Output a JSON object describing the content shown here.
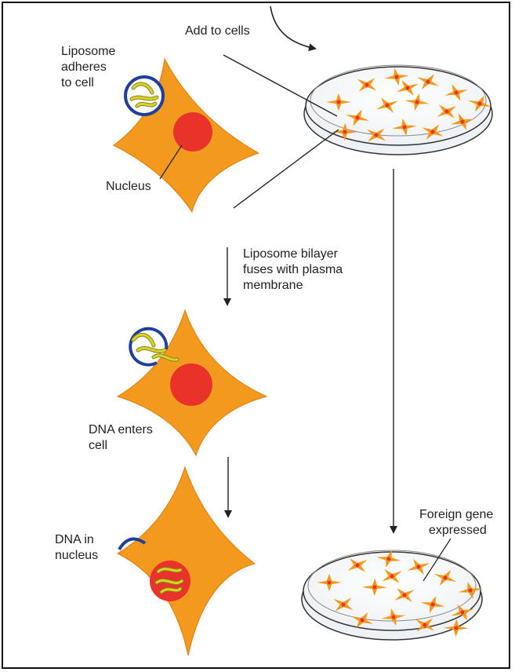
{
  "labels": {
    "add_to_cells": "Add to cells",
    "liposome_adheres": [
      "Liposome",
      "adheres",
      "to cell"
    ],
    "nucleus": "Nucleus",
    "bilayer_fuses": [
      "Liposome bilayer",
      "fuses with plasma",
      "membrane"
    ],
    "dna_enters": [
      "DNA enters",
      "cell"
    ],
    "dna_in_nucleus": [
      "DNA in",
      "nucleus"
    ],
    "foreign_gene": [
      "Foreign gene",
      "expressed"
    ]
  },
  "colors": {
    "cell": "#f39a1e",
    "cell_stroke": "#e07c10",
    "nucleus": "#e8322a",
    "liposome": "#1f3f99",
    "dna": "#c9c21a",
    "frame": "#111111"
  }
}
